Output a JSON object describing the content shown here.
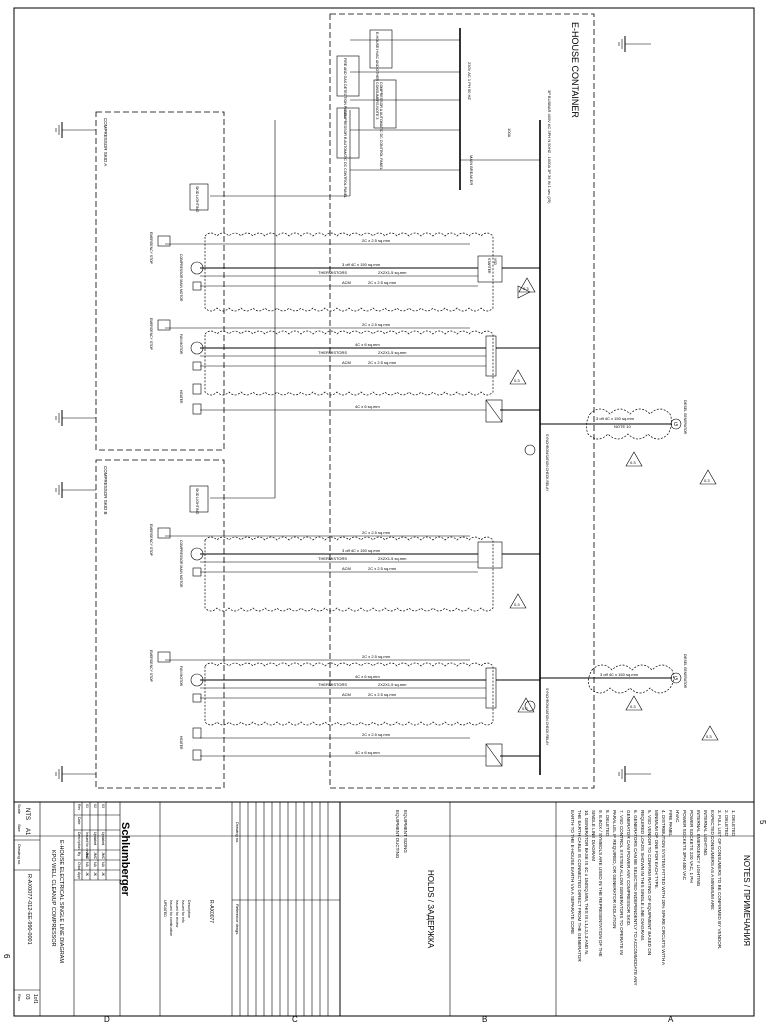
{
  "container": {
    "title": "E-HOUSE CONTAINER"
  },
  "notes": {
    "title": "NOTES / ПРИМЕЧАНИЯ",
    "lines": [
      "1.  DELETED",
      "2.  DELETED",
      "3.  FULL LIST OF CONSUMERS TO BE CONFIRMED BY VENDOR.",
      "    EXPECTED CONSUMERS AS A MINIMUM ARE:",
      "    INTERNAL LIGHTING",
      "    INTERNAL EMERGENCY LIGHTING",
      "    POWER SOCKETS 220 VAC, 1 PH",
      "    POWER SOCKETS 3PH 400 VAC",
      "    HVAC",
      "    FIRE PANEL",
      "4.  DISTRIBUTION SYSTEM FITTED WITH 20% SPARE CIRCUITS WITH A",
      "    MINIMUM OF ONE FOR EACH TYPE.",
      "5.  VSD VENDOR TO CONFIRM RATING OF EQUIPMENT BASED ON",
      "    REQUIRED LOADS SHOWN IN THIS SINGLE LINE DIAGRAM.",
      "6.  GENERATORS CAN BE SELECTED INDEPENDENTLY TO ACCOMMODATE ANY",
      "    GENERATOR CAN POWER ANY COMPRESSOR SKID.",
      "7.  VSD CONTROL SYSTEM ALLOW GENERATORS TO OPERATE IN",
      "    PARALLEL IF REQUIRED, OR GENERATOR ISOLATION",
      "8.  DELETED",
      "9.  E.BOX / SYMBOLS ARE USED IN THE REPRESENTATION OF THE",
      "    SINGLE LINE DIAGRAM",
      "10. GENERATOR BASE IS 4C x 150SQ.MM, THIS IS L1,L2,L3 AND N.",
      "    THE EARTH CABLE IS CONNECTED DIRECT FROM THE GENERATOR",
      "    EARTH TO THE E-HOUSE EARTH VIA A SEPARATE CORE"
    ]
  },
  "holds": {
    "title": "HOLDS / ЗАДЕРЖКА",
    "items": [
      "EQUIPMENT SIZING",
      "EQUIPMENT DUCTING"
    ]
  },
  "skids": {
    "a": "COMPRESSOR SKID A",
    "b": "COMPRESSOR SKID B"
  },
  "container_labels": {
    "busbar": "3P BUSBAR 400V AC 3PH N 50HZ - 1000A 3P 36 IN 1 sec (25)",
    "ac_line": "230V AC 1 PH 50 HZ",
    "main_breaker": "MAIN BREAKER",
    "fire_panel": "FIRE AND GAS DETECTION PANEL",
    "comp_a_panel": "COMPRESSOR A AUTOMATIC DC CONTROL PANEL",
    "comp_b_panel": "COMPRESSOR B AUTOMATIC DC CONTROL PANEL",
    "consumers": "E-HOUSE HVAC AND OTHER CONSUMERS NOTE 3",
    "mcb": "100A"
  },
  "cables": {
    "c1": "2C x 2.5 sq.mm",
    "c2": "3 off 4C x 150 sq.mm",
    "c3": "4C x 6 sq.mm",
    "thermistors": "THERMISTORS",
    "thermistor_cable": "2X2X1.5 sq.mm",
    "acm": "ACM",
    "gen_cable": "3 off 4C x 150 sq.mm",
    "note10": "NOTE 10"
  },
  "devices": {
    "estop": "EMERGENCY STOP",
    "skid_lighting": "SKID LIGHTING",
    "motor_main": "COMPRESSOR MAIN MOTOR",
    "fan_motor": "FAN MOTOR",
    "heater": "HEATER",
    "vsd": "VSD",
    "starter": "STARTER",
    "gen": "DIESEL GENERATOR",
    "sync": "SYNCHRONISATION CHECK RELAY",
    "g": "G"
  },
  "revision_triangle": "0.3",
  "title_block": {
    "company": "Schlumberger",
    "project": "KPO WELL CLEANUP COMPRESSOR",
    "drawing_title": "E-HOUSE ELECTRICAL SINGLE LINE DIAGRAM",
    "drawing_no_label": "Drawing no.",
    "drawing_no": "R-AX0077-012-EE-990-0001",
    "ref_label": "Reference drwgs.",
    "ref_value": "R-AX0077",
    "scale_label": "Scale",
    "scale": "NTS",
    "size_label": "Size",
    "size": "A1",
    "rev_label": "Rev",
    "rev": "03",
    "sheet_label": "Sheet",
    "sheet": "1of1",
    "revisions": [
      {
        "rev": "03",
        "desc": "Updated",
        "by": "JMC",
        "chk": "NA",
        "app": "JK"
      },
      {
        "rev": "02",
        "desc": "Updated",
        "by": "JMC",
        "chk": "NA",
        "app": "JK"
      },
      {
        "rev": "01",
        "desc": "Issued for review",
        "by": "JMC",
        "chk": "NA",
        "app": "JK"
      }
    ],
    "rev_headers": {
      "rev": "Rev",
      "date": "Date",
      "desc": "Description",
      "by": "By",
      "chk": "Chkd",
      "app": "Appr"
    },
    "status_lines": [
      "UPDATED",
      "Issued for construction",
      "Issued for review",
      "Issued for info",
      "Description"
    ]
  },
  "border": {
    "letters": [
      "A",
      "B",
      "C",
      "D"
    ],
    "numbers": [
      "6",
      "5"
    ]
  }
}
